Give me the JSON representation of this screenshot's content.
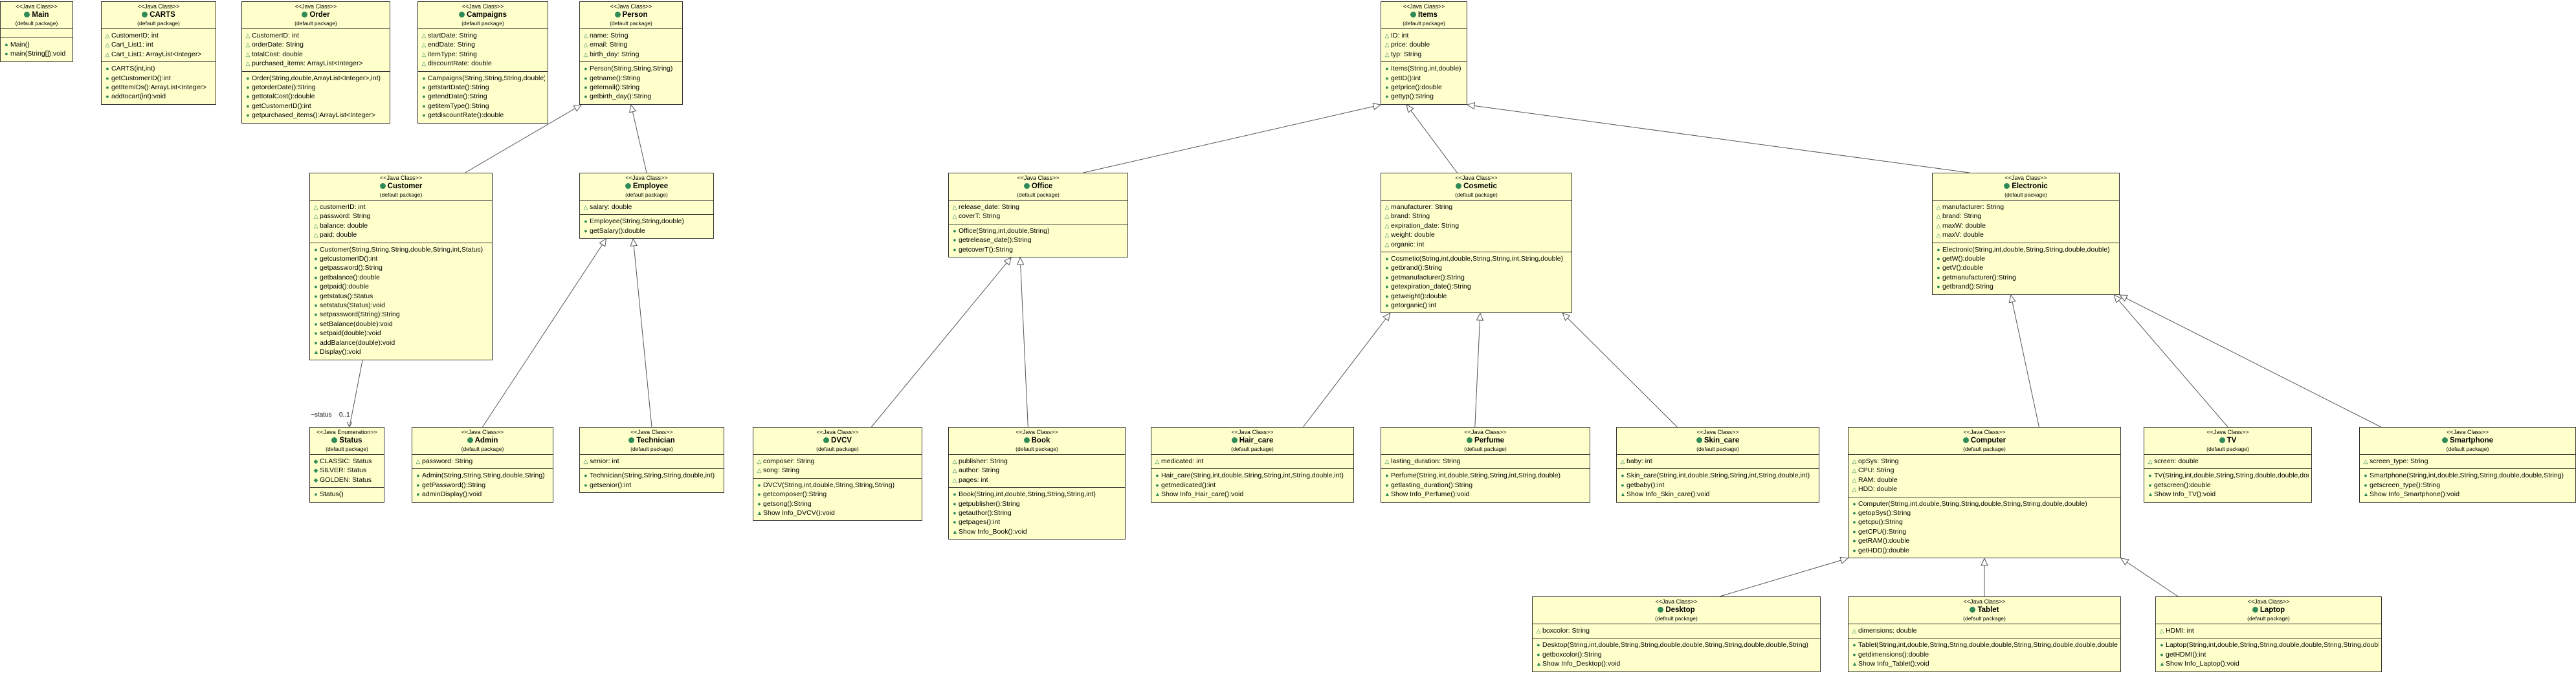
{
  "stereotype_class": "<<Java Class>>",
  "stereotype_enum": "<<Java Enumeration>>",
  "package": "(default package)",
  "classes": {
    "main": {
      "name": "Main",
      "attributes": [],
      "methods": [
        "Main()",
        "main(String[]):void"
      ]
    },
    "carts": {
      "name": "CARTS",
      "attributes": [
        "CustomerID: int",
        "Cart_List1: int",
        "Cart_List1: ArrayList<Integer>"
      ],
      "methods": [
        "CARTS(int,int)",
        "getCustomerID():int",
        "getItemIDs():ArrayList<Integer>",
        "addtocart(int):void"
      ]
    },
    "order": {
      "name": "Order",
      "attributes": [
        "CustomerID: int",
        "orderDate: String",
        "totalCost: double",
        "purchased_items: ArrayList<Integer>"
      ],
      "methods": [
        "Order(String,double,ArrayList<Integer>,int)",
        "getorderDate():String",
        "gettotalCost():double",
        "getCustomerID():int",
        "getpurchased_items():ArrayList<Integer>"
      ]
    },
    "campaigns": {
      "name": "Campaigns",
      "attributes": [
        "startDate: String",
        "endDate: String",
        "itemType: String",
        "discountRate: double"
      ],
      "methods": [
        "Campaigns(String,String,String,double)",
        "getstartDate():String",
        "getendDate():String",
        "getitemType():String",
        "getdiscountRate():double"
      ]
    },
    "person": {
      "name": "Person",
      "attributes": [
        "name: String",
        "email: String",
        "birth_day: String"
      ],
      "methods": [
        "Person(String,String,String)",
        "getname():String",
        "getemail():String",
        "getbirth_day():String"
      ]
    },
    "items": {
      "name": "Items",
      "attributes": [
        "ID: int",
        "price: double",
        "typ: String"
      ],
      "methods": [
        "Items(String,int,double)",
        "getID():int",
        "getprice():double",
        "gettyp():String"
      ]
    },
    "customer": {
      "name": "Customer",
      "attributes": [
        "customerID: int",
        "password: String",
        "balance: double",
        "paid: double"
      ],
      "methods": [
        "Customer(String,String,String,double,String,int,Status)",
        "getcustomerID():int",
        "getpassword():String",
        "getbalance():double",
        "getpaid():double",
        "getstatus():Status",
        "setstatus(Status):void",
        "setpassword(String):String",
        "setBalance(double):void",
        "setpaid(double):void",
        "addBalance(double):void",
        "Display():void"
      ]
    },
    "employee": {
      "name": "Employee",
      "attributes": [
        "salary: double"
      ],
      "methods": [
        "Employee(String,String,double)",
        "getSalary():double"
      ]
    },
    "office": {
      "name": "Office",
      "attributes": [
        "release_date: String",
        "coverT: String"
      ],
      "methods": [
        "Office(String,int,double,String)",
        "getrelease_date():String",
        "getcoverT():String"
      ]
    },
    "cosmetic": {
      "name": "Cosmetic",
      "attributes": [
        "manufacturer: String",
        "brand: String",
        "expiration_date: String",
        "weight: double",
        "organic: int"
      ],
      "methods": [
        "Cosmetic(String,int,double,String,String,int,String,double)",
        "getbrand():String",
        "getmanufacturer():String",
        "getexpiration_date():String",
        "getweight():double",
        "getorganic():int"
      ]
    },
    "electronic": {
      "name": "Electronic",
      "attributes": [
        "manufacturer: String",
        "brand: String",
        "maxW: double",
        "maxV: double"
      ],
      "methods": [
        "Electronic(String,int,double,String,String,double,double)",
        "getW():double",
        "getV():double",
        "getmanufacturer():String",
        "getbrand():String"
      ]
    },
    "admin": {
      "name": "Admin",
      "attributes": [
        "password: String"
      ],
      "methods": [
        "Admin(String,String,String,double,String)",
        "getPassword():String",
        "adminDisplay():void"
      ]
    },
    "technician": {
      "name": "Technician",
      "attributes": [
        "senior: int"
      ],
      "methods": [
        "Technician(String,String,String,double,int)",
        "getsenior():int"
      ]
    },
    "dvd": {
      "name": "DVCV",
      "attributes": [
        "composer: String",
        "song: String"
      ],
      "methods": [
        "DVCV(String,int,double,String,String,String)",
        "getcomposer():String",
        "getsong():String",
        "Show Info_DVCV():void"
      ]
    },
    "book": {
      "name": "Book",
      "attributes": [
        "publisher: String",
        "author: String",
        "pages: int"
      ],
      "methods": [
        "Book(String,int,double,String,String,String,int)",
        "getpublisher():String",
        "getauthor():String",
        "getpages():int",
        "Show Info_Book():void"
      ]
    },
    "hair_care": {
      "name": "Hair_care",
      "attributes": [
        "medicated: int"
      ],
      "methods": [
        "Hair_care(String,int,double,String,String,int,String,double,int)",
        "getmedicated():int",
        "Show Info_Hair_care():void"
      ]
    },
    "perfume": {
      "name": "Perfume",
      "attributes": [
        "lasting_duration: String"
      ],
      "methods": [
        "Perfume(String,int,double,String,String,int,String,double)",
        "getlasting_duration():String",
        "Show Info_Perfume():void"
      ]
    },
    "skin_care": {
      "name": "Skin_care",
      "attributes": [
        "baby: int"
      ],
      "methods": [
        "Skin_care(String,int,double,String,String,int,String,double,int)",
        "getbaby():int",
        "Show Info_Skin_care():void"
      ]
    },
    "computer": {
      "name": "Computer",
      "attributes": [
        "opSys: String",
        "CPU: String",
        "RAM: double",
        "HDD: double"
      ],
      "methods": [
        "Computer(String,int,double,String,String,double,String,String,double,double)",
        "getopSys():String",
        "getcpu():String",
        "getCPU():String",
        "getRAM():double",
        "getHDD():double"
      ]
    },
    "tv": {
      "name": "TV",
      "attributes": [
        "screen: double"
      ],
      "methods": [
        "TV(String,int,double,String,String,double,double,double)",
        "getscreen():double",
        "Show Info_TV():void"
      ]
    },
    "smartphone": {
      "name": "Smartphone",
      "attributes": [
        "screen_type: String"
      ],
      "methods": [
        "Smartphone(String,int,double,String,String,double,double,String)",
        "getscreen_type():String",
        "Show Info_Smartphone():void"
      ]
    },
    "desktop": {
      "name": "Desktop",
      "attributes": [
        "boxcolor: String"
      ],
      "methods": [
        "Desktop(String,int,double,String,String,double,double,String,String,double,double,String)",
        "getboxcolor():String",
        "Show Info_Desktop():void"
      ]
    },
    "tablet": {
      "name": "Tablet",
      "attributes": [
        "dimensions: double"
      ],
      "methods": [
        "Tablet(String,int,double,String,String,double,double,String,String,double,double,double)",
        "getdimensions():double",
        "Show Info_Tablet():void"
      ]
    },
    "laptop": {
      "name": "Laptop",
      "attributes": [
        "HDMI: int"
      ],
      "methods": [
        "Laptop(String,int,double,String,String,double,double,String,String,double,double,int)",
        "getHDMI():int",
        "Show Info_Laptop():void"
      ]
    }
  },
  "status_enum": {
    "name": "Status",
    "constants": [
      "CLASSIC: Status",
      "SILVER: Status",
      "GOLDEN: Status"
    ],
    "methods": [
      "Status()"
    ]
  },
  "association": {
    "role": "~status",
    "multiplicity": "0..1"
  },
  "colors": {
    "class_fill": "#ffffcc",
    "border": "#333333",
    "icon_green": "#2e8b57"
  }
}
